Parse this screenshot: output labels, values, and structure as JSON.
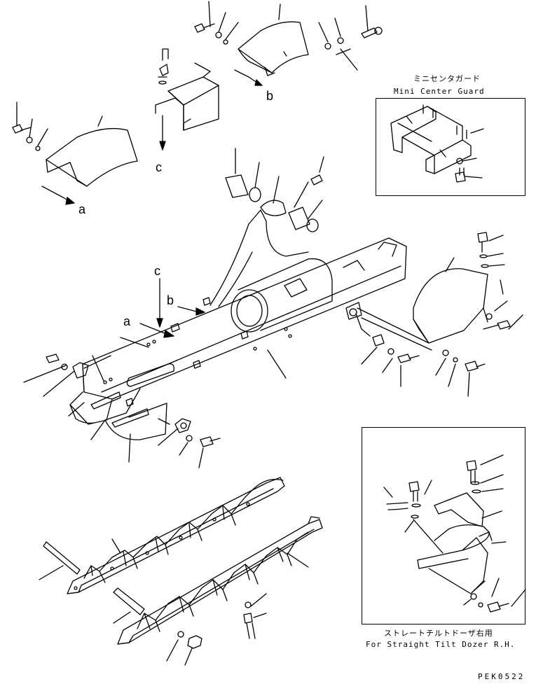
{
  "letters": {
    "a": "a",
    "b": "b",
    "c": "c"
  },
  "mini_guard": {
    "jp": "ミニセンタガード",
    "en": "Mini Center Guard"
  },
  "straight_tilt": {
    "jp": "ストレートチルトドーザ右用",
    "en": "For Straight Tilt Dozer R.H."
  },
  "drawing_code": "PEK0522"
}
